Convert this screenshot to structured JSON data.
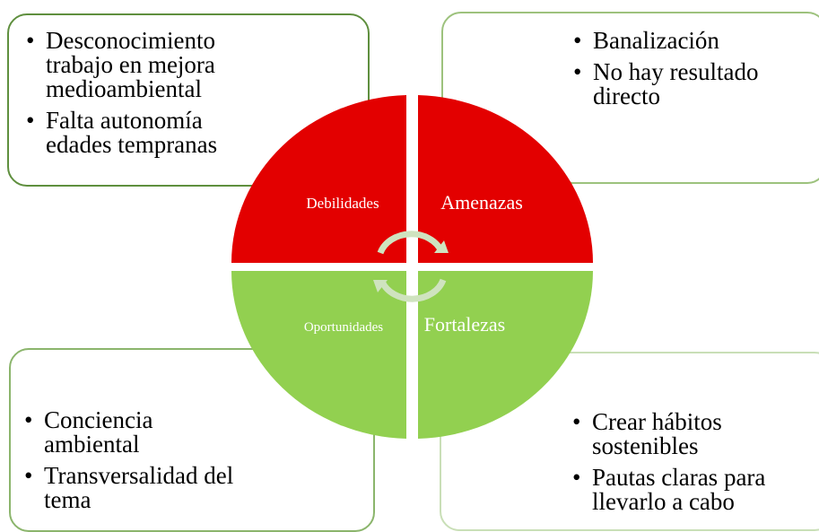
{
  "quadrants": {
    "debilidades": {
      "label": "Debilidades",
      "color": "#e30000",
      "points": [
        "Desconocimiento trabajo en mejora medioambiental",
        "Falta autonomía edades tempranas"
      ]
    },
    "amenazas": {
      "label": "Amenazas",
      "color": "#e30000",
      "points": [
        "Banalización",
        "No hay resultado directo"
      ]
    },
    "oportunidades": {
      "label": "Oportunidades",
      "color": "#92d050",
      "points": [
        "Conciencia ambiental",
        "Transversalidad del tema"
      ]
    },
    "fortalezas": {
      "label": "Fortalezas",
      "color": "#92d050",
      "points": [
        "Crear hábitos sostenibles",
        "Pautas claras para llevarlo a cabo"
      ]
    }
  },
  "center_icon": "cycle-arrows-icon",
  "box_border_color": "#6a9a4a"
}
